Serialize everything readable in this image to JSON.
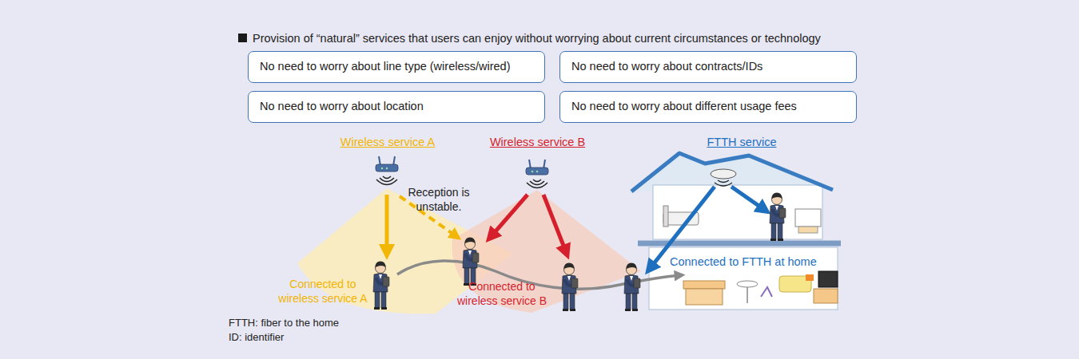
{
  "diagram": {
    "title": "Provision of “natural” services that users can enjoy without worrying about current circumstances or technology",
    "nodes": [
      {
        "text": [
          "No need to worry about line type (wireless/wired)"
        ]
      },
      {
        "text": [
          "No need to worry about contracts/IDs"
        ]
      },
      {
        "text": [
          "No need to worry about location"
        ]
      },
      {
        "text": [
          "No need to worry about different usage fees"
        ]
      }
    ],
    "labels": [
      "Wireless service A",
      "Wireless service B",
      "FTTH service",
      "Reception is unstable.",
      "Connected to wireless service A",
      "Connected to wireless service B",
      "Connected to FTTH at home",
      "FTTH: fiber to the home",
      "ID: identifier"
    ]
  }
}
